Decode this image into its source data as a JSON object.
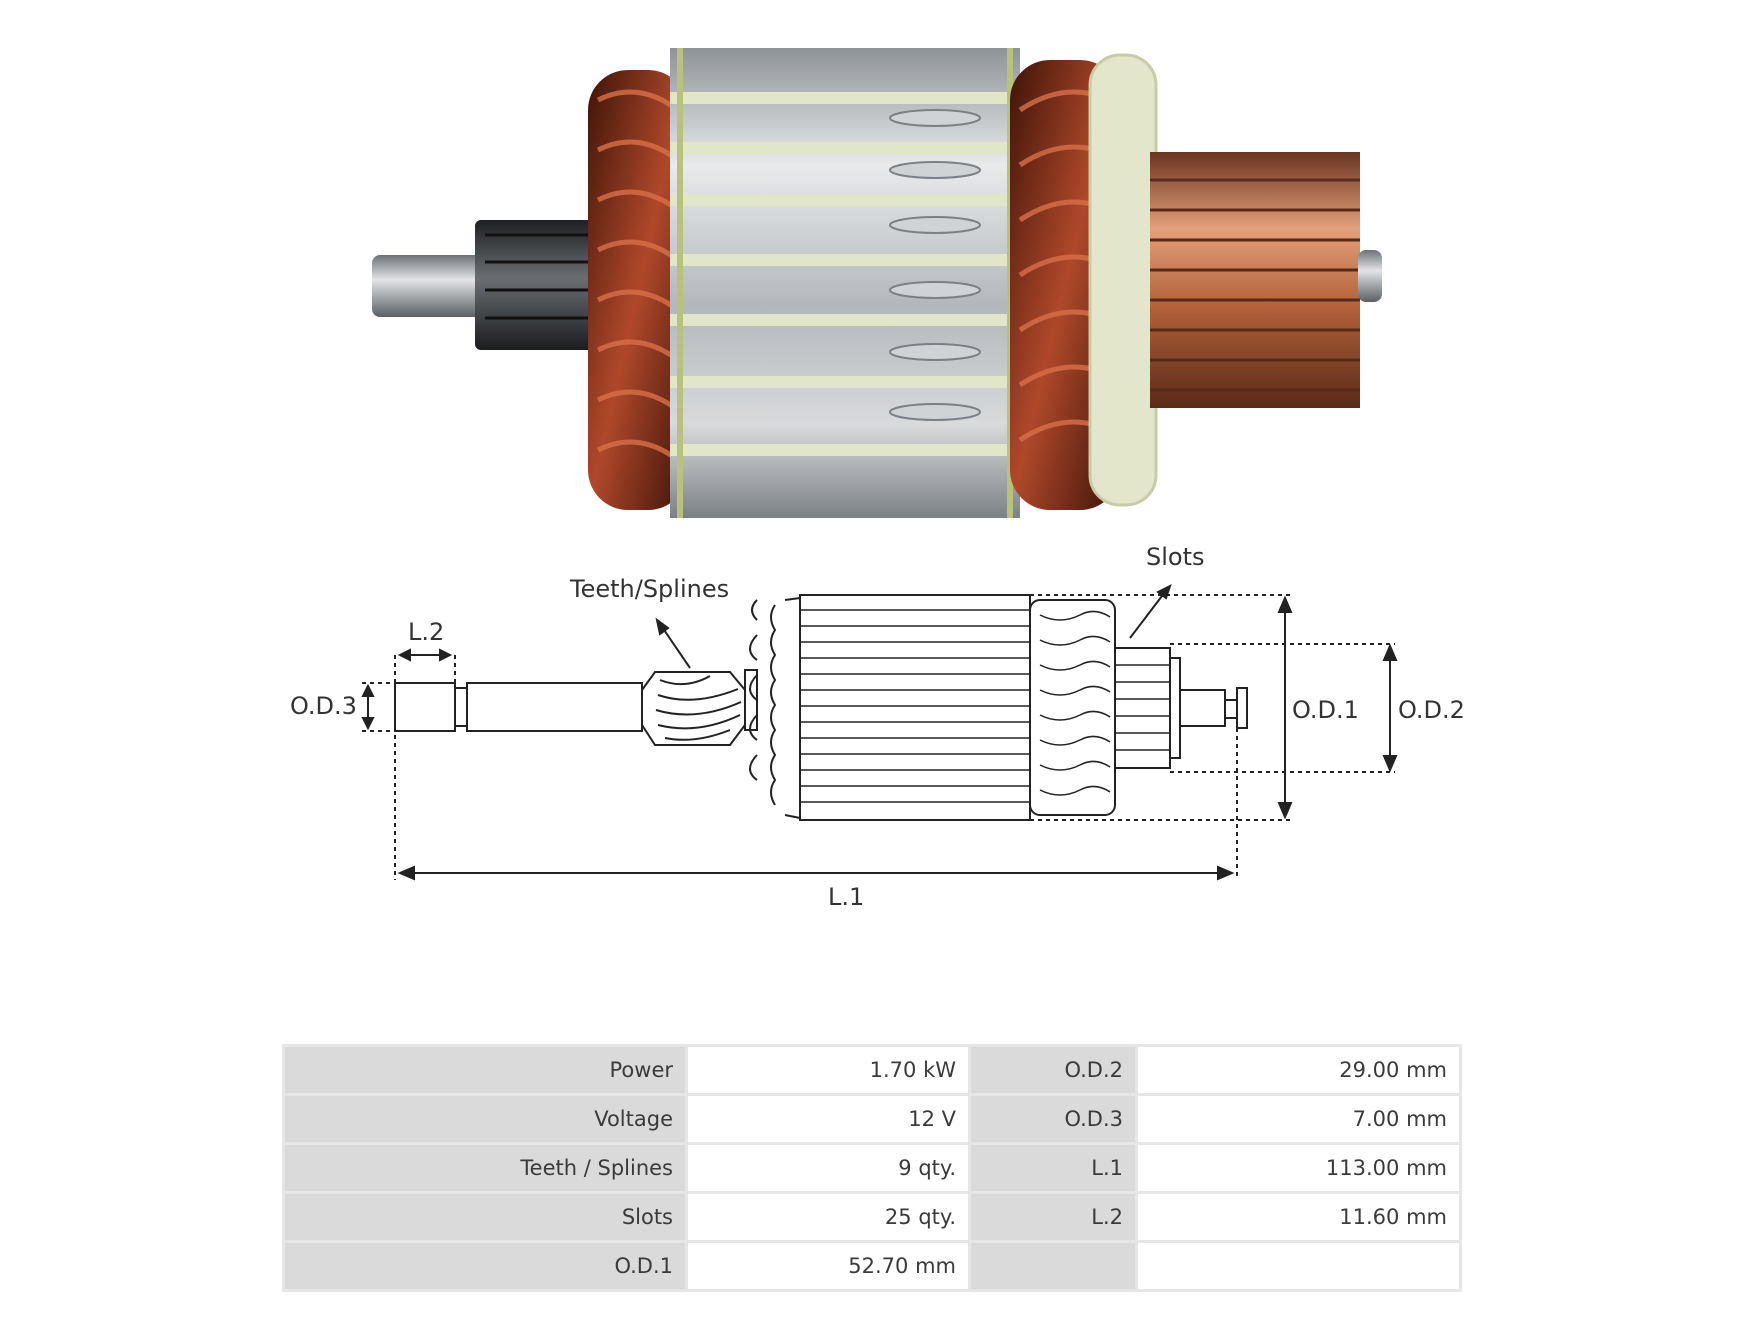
{
  "diagram": {
    "callouts": {
      "teeth": "Teeth/Splines",
      "slots": "Slots",
      "l2": "L.2",
      "od3": "O.D.3",
      "od1": "O.D.1",
      "od2": "O.D.2",
      "l1": "L.1"
    }
  },
  "specs": {
    "rows": [
      {
        "k1": "Power",
        "v1": "1.70 kW",
        "k2": "O.D.2",
        "v2": "29.00 mm"
      },
      {
        "k1": "Voltage",
        "v1": "12 V",
        "k2": "O.D.3",
        "v2": "7.00 mm"
      },
      {
        "k1": "Teeth / Splines",
        "v1": "9 qty.",
        "k2": "L.1",
        "v2": "113.00 mm"
      },
      {
        "k1": "Slots",
        "v1": "25 qty.",
        "k2": "L.2",
        "v2": "11.60 mm"
      },
      {
        "k1": "O.D.1",
        "v1": "52.70 mm",
        "k2": "",
        "v2": ""
      }
    ]
  },
  "colors": {
    "steel": "#b8bcc0",
    "copper_winding": "#7a2a14",
    "commutator": "#c8744a",
    "insulation": "#e2e6c8",
    "line": "#222222"
  }
}
